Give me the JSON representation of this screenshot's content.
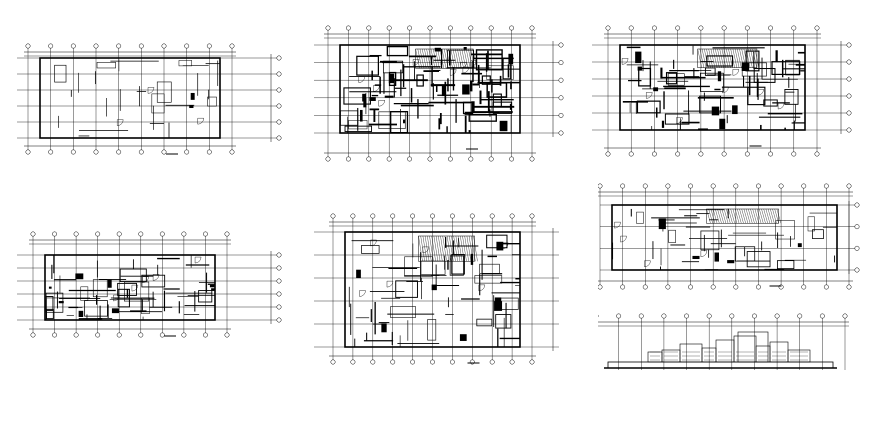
{
  "sheet": {
    "background": "#ffffff",
    "ink_color": "#000000",
    "drawings": [
      {
        "id": "plan-basement",
        "kind": "floor-plan",
        "caption": ""
      },
      {
        "id": "plan-ground",
        "kind": "floor-plan",
        "caption": ""
      },
      {
        "id": "plan-first",
        "kind": "floor-plan",
        "caption": ""
      },
      {
        "id": "plan-second",
        "kind": "floor-plan",
        "caption": ""
      },
      {
        "id": "plan-third",
        "kind": "floor-plan",
        "caption": ""
      },
      {
        "id": "roof-plan",
        "kind": "floor-plan",
        "caption": ""
      },
      {
        "id": "front-elevation",
        "kind": "elevation",
        "caption": ""
      }
    ]
  }
}
